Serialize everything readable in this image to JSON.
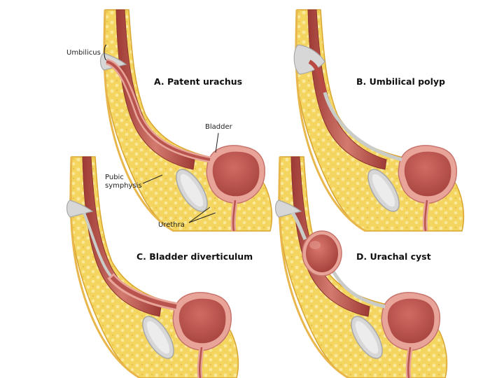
{
  "panels": {
    "a": {
      "title": "A. Patent urachus"
    },
    "b": {
      "title": "B. Umbilical polyp"
    },
    "c": {
      "title": "C. Bladder diverticulum"
    },
    "d": {
      "title": "D. Urachal cyst"
    }
  },
  "labels": {
    "umbilicus": "Umbilicus",
    "bladder": "Bladder",
    "pubic_symphysis_line1": "Pubic",
    "pubic_symphysis_line2": "symphysis",
    "urethra": "Urethra"
  },
  "colors": {
    "fat": "#f3d55f",
    "fat_edge": "#d9a531",
    "skin": "#f6e9a6",
    "muscle": "#b84a43",
    "muscle_light": "#d98376",
    "bladder_wall": "#e9a49a",
    "bladder_lumen": "#b8544d",
    "bone": "#d7d7d7",
    "bone_edge": "#a9a9a9",
    "urachus": "#c9ccc9"
  }
}
